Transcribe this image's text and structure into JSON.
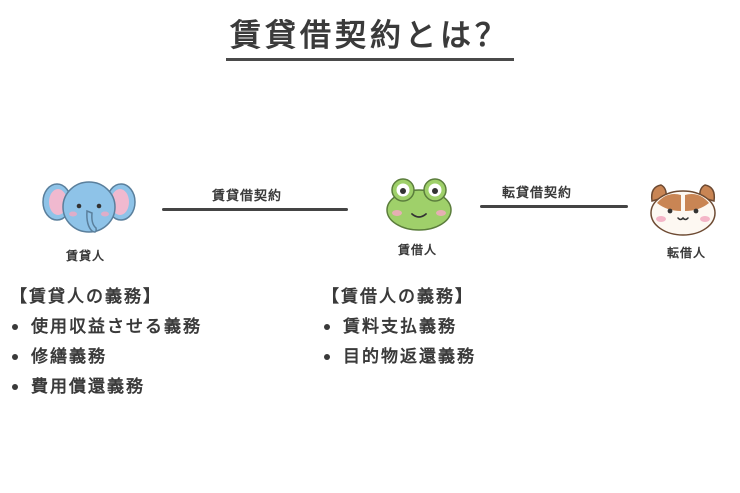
{
  "title": "賃貸借契約とは？",
  "parties": {
    "lessor": {
      "label": "賃貸人",
      "icon": "elephant-icon"
    },
    "lessee": {
      "label": "賃借人",
      "icon": "frog-icon"
    },
    "sublessee": {
      "label": "転借人",
      "icon": "hamster-icon"
    }
  },
  "contracts": {
    "lease": "賃貸借契約",
    "sublease": "転貸借契約"
  },
  "duties": {
    "lessor": {
      "heading": "【賃貸人の義務】",
      "items": [
        "使用収益させる義務",
        "修繕義務",
        "費用償還義務"
      ]
    },
    "lessee": {
      "heading": "【賃借人の義務】",
      "items": [
        "賃料支払義務",
        "目的物返還義務"
      ]
    }
  },
  "colors": {
    "elephant": "#8ec3e8",
    "elephant_ear": "#f0b9cf",
    "frog": "#9fd06a",
    "hamster": "#c98554",
    "line": "#444444"
  }
}
